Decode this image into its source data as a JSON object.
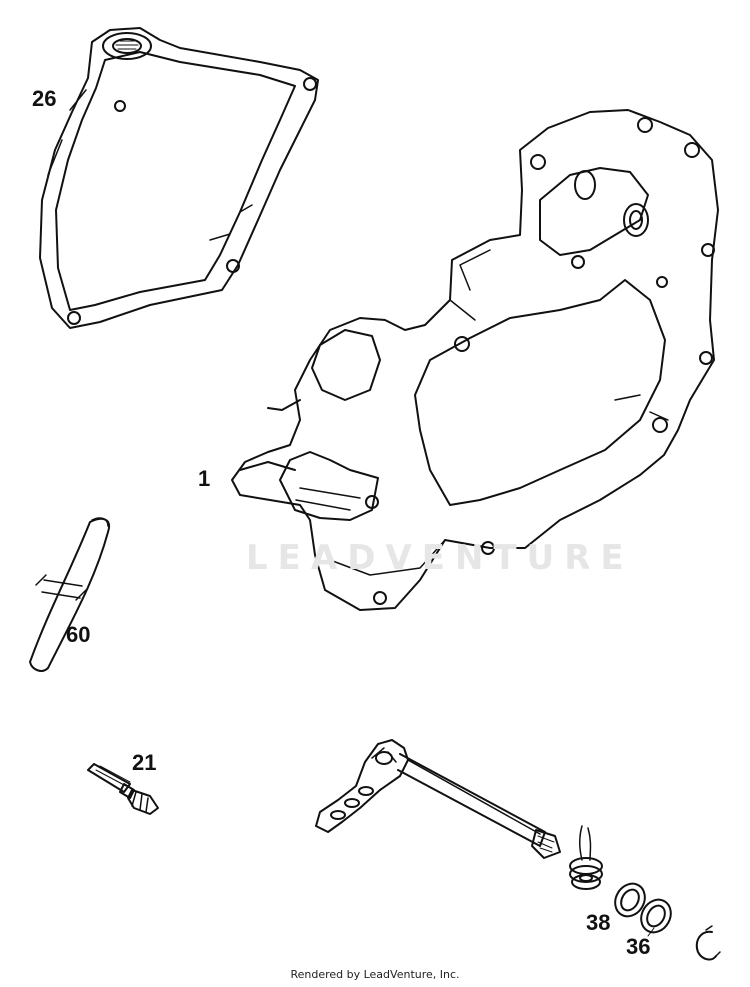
{
  "diagram": {
    "watermark": "LEADVENTURE",
    "footer": "Rendered by LeadVenture, Inc.",
    "stroke_color": "#111111",
    "callouts": [
      {
        "id": "26",
        "label": "26"
      },
      {
        "id": "1",
        "label": "1"
      },
      {
        "id": "60",
        "label": "60"
      },
      {
        "id": "21",
        "label": "21"
      },
      {
        "id": "38",
        "label": "38"
      },
      {
        "id": "36",
        "label": "36"
      }
    ]
  }
}
